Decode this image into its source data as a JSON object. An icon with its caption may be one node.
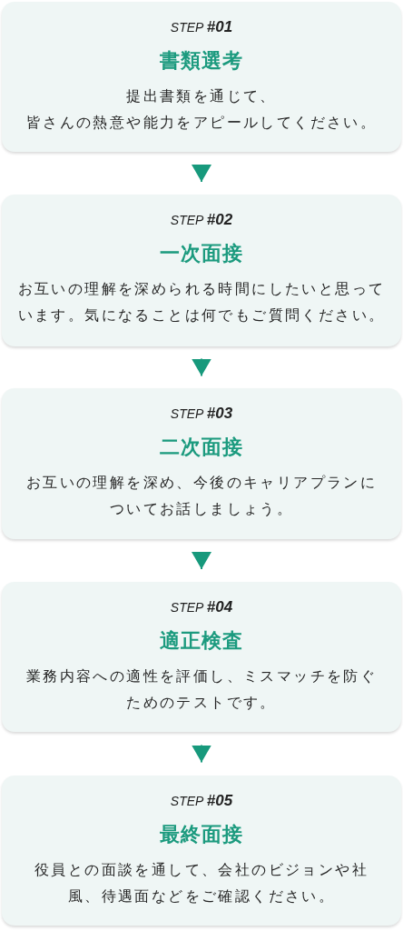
{
  "diagram": {
    "nodes": [
      {
        "text": [
          "STEP **#01**",
          "書類選考",
          "提出書類を通じて、皆さんの熱意や能力をアピールしてください。"
        ]
      },
      {
        "text": [
          "STEP **#02**",
          "一次面接",
          "お互いの理解を深められる時間にしたいと思っています。気になることは何でもご質問ください。"
        ]
      },
      {
        "text": [
          "STEP **#03**",
          "二次面接",
          "お互いの理解を深め、今後のキャリアプランについてお話しましょう。"
        ]
      },
      {
        "text": [
          "STEP **#04**",
          "適正検査",
          "業務内容への適性を評価し、ミスマッチを防ぐためのテストです。"
        ]
      },
      {
        "text": [
          "STEP **#05**",
          "最終面接",
          "役員との面談を通して、会社のビジョンや社風、待遇面などをご確認ください。"
        ]
      }
    ],
    "edges": [
      {
        "from": 0,
        "to": 1,
        "arrow": "to"
      },
      {
        "from": 1,
        "to": 2,
        "arrow": "to"
      },
      {
        "from": 2,
        "to": 3,
        "arrow": "to"
      },
      {
        "from": 3,
        "to": 4,
        "arrow": "to"
      }
    ]
  }
}
